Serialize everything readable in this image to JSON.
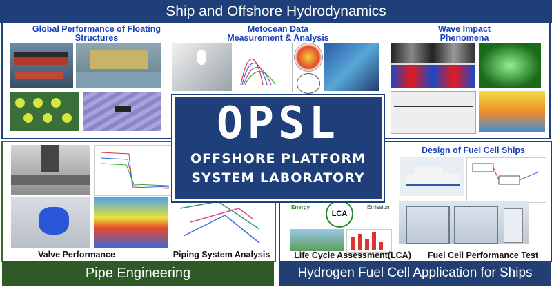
{
  "header": {
    "title": "Ship and Offshore Hydrodynamics"
  },
  "sections": {
    "global": "Global Performance of Floating Structures",
    "metocean": "Metocean Data Measurement & Analysis",
    "wave": "Wave Impact Phenomena",
    "valve": "Valve Performance",
    "piping": "Piping System Analysis",
    "fuelcell_design": "Design of Fuel Cell Ships",
    "lca": "Life Cycle Assessment(LCA)",
    "fuelcell_test": "Fuel Cell Performance Test"
  },
  "center": {
    "acronym": "OPSL",
    "line1": "OFFSHORE PLATFORM",
    "line2": "SYSTEM LABORATORY"
  },
  "footer": {
    "left": "Pipe Engineering",
    "right": "Hydrogen Fuel Cell Application for Ships"
  },
  "lca_diagram": {
    "center": "LCA",
    "energy": "Energy",
    "emission": "Emission"
  },
  "colors": {
    "navy": "#1f3f7a",
    "green": "#2f5a27",
    "accent_blue": "#1a3fb8"
  }
}
